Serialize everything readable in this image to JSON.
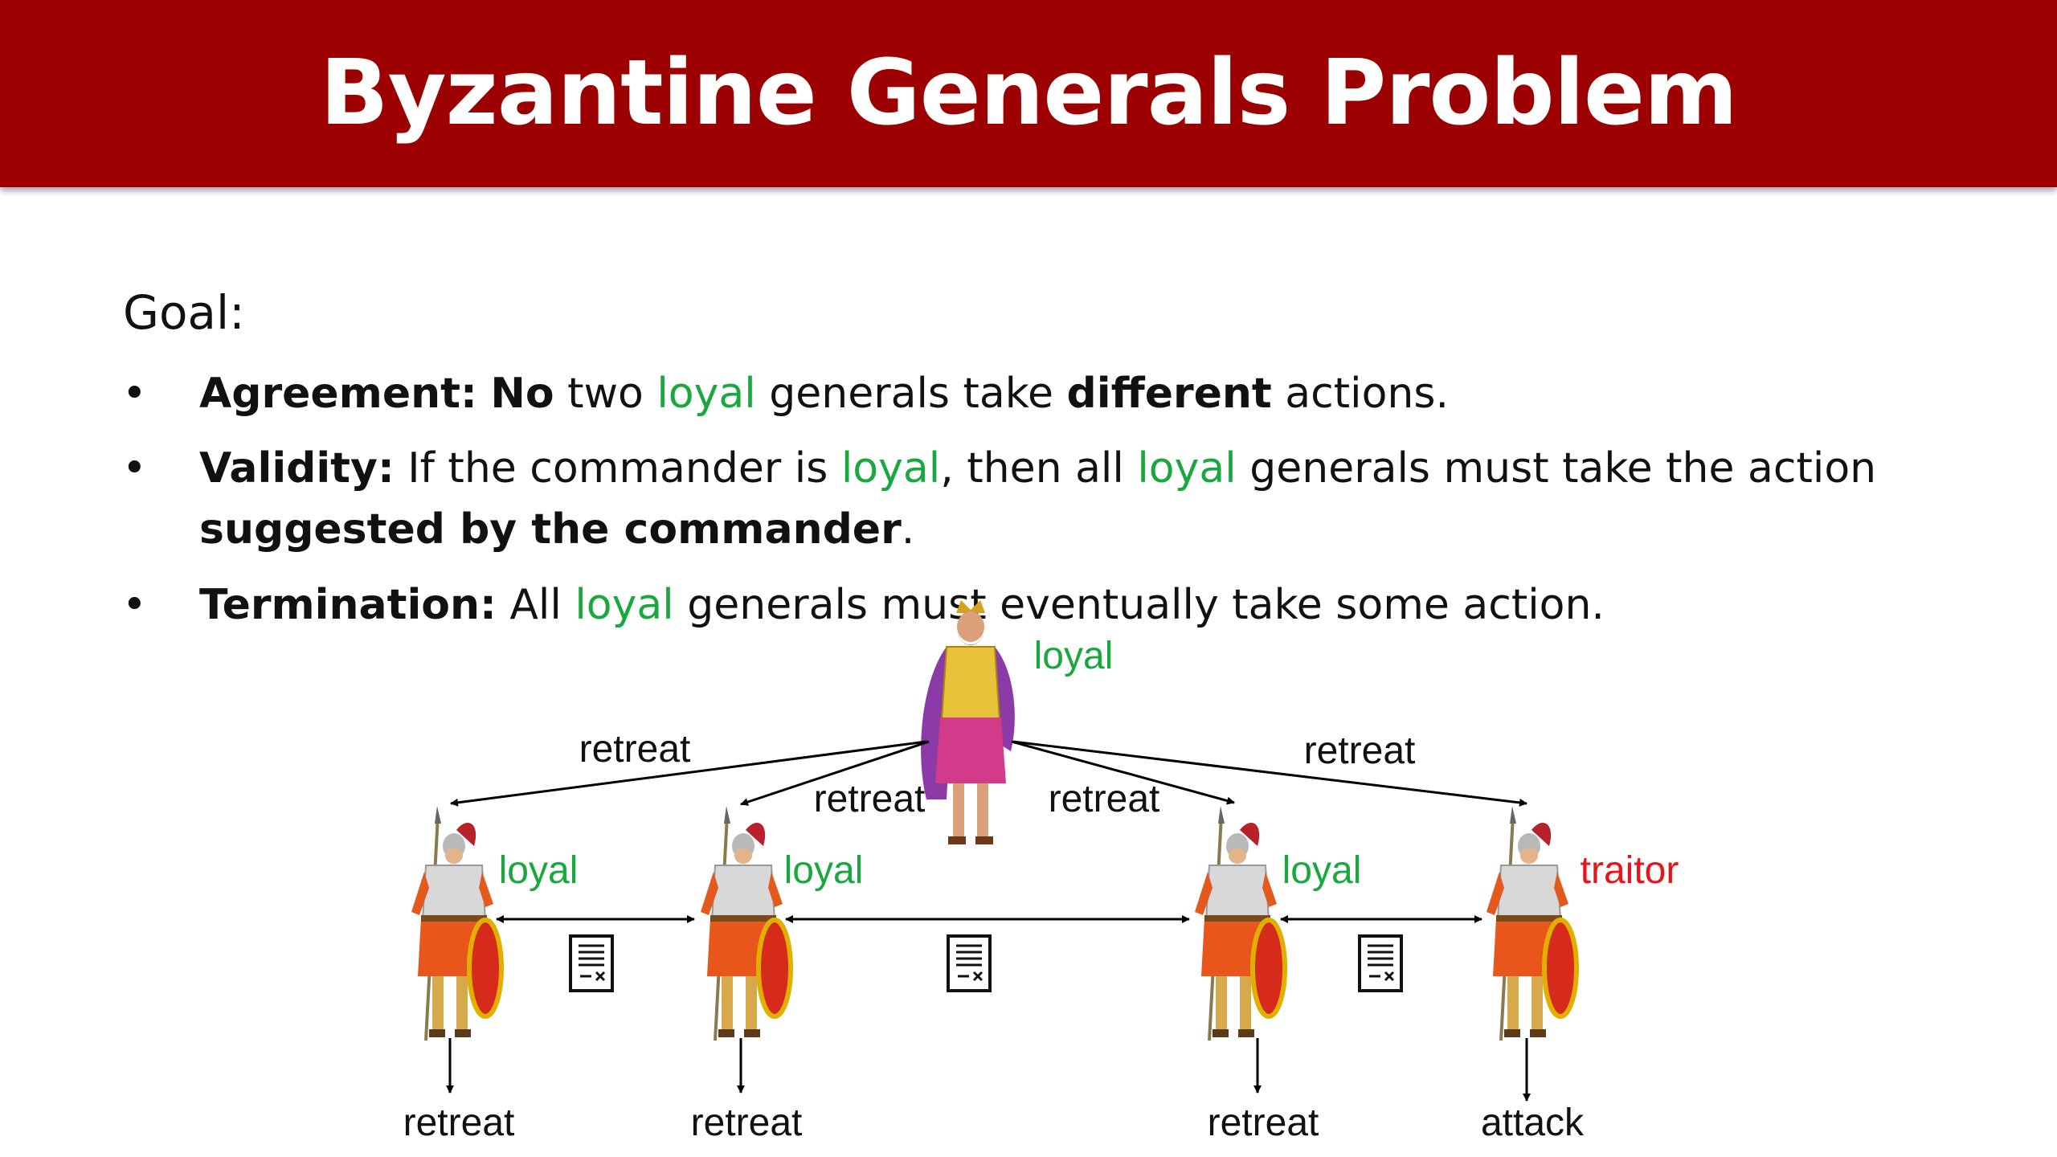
{
  "slide": {
    "title": "Byzantine Generals Problem",
    "goal_label": "Goal:",
    "bullet_symbol": "•",
    "bullets": [
      {
        "term": "Agreement:",
        "parts": {
          "p1": "No",
          "p2": " two ",
          "p3": "loyal",
          "p4": " generals take ",
          "p5": "different",
          "p6": " actions."
        }
      },
      {
        "term": "Validity:",
        "line1": {
          "p1": " If the commander is ",
          "p2": "loyal",
          "p3": ", then all ",
          "p4": "loyal",
          "p5": " generals must take the action"
        },
        "line2": {
          "p1": "suggested by the commander",
          "p2": "."
        }
      },
      {
        "term": "Termination:",
        "parts": {
          "p1": " All ",
          "p2": "loyal",
          "p3": " generals must eventually take some action."
        }
      }
    ]
  },
  "diagram": {
    "commander": {
      "label": "loyal"
    },
    "orders": [
      "retreat",
      "retreat",
      "retreat",
      "retreat"
    ],
    "generals": [
      {
        "label": "loyal",
        "action": "retreat"
      },
      {
        "label": "loyal",
        "action": "retreat"
      },
      {
        "label": "loyal",
        "action": "retreat"
      },
      {
        "label": "traitor",
        "action": "attack"
      }
    ],
    "message_icon": "document-icon"
  },
  "colors": {
    "header": "#9c0000",
    "loyal": "#19a83d",
    "traitor": "#e8141c",
    "text": "#111111"
  }
}
